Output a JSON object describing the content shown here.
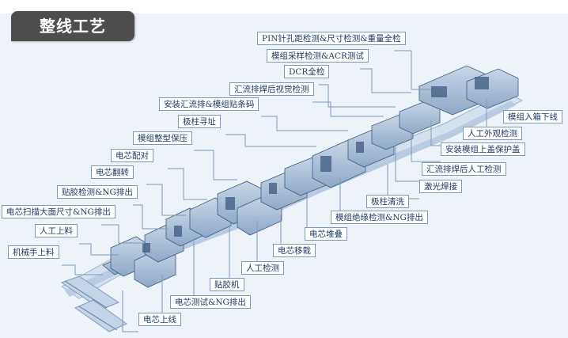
{
  "title": "整线工艺",
  "labels": {
    "pin": "PIN针孔距检测&尺寸检测&重量全检",
    "sampling": "模组采样检测&ACR测试",
    "dcr": "DCR全检",
    "busbar_visual": "汇流排焊后视觉检测",
    "install_busbar": "安装汇流排&模组贴条码",
    "pole_seek": "极柱寻址",
    "shaping": "模组整型保压",
    "pairing": "电芯配对",
    "flip": "电芯翻转",
    "glue_detect": "贴胶检测&NG排出",
    "scan": "电芯扫描大面尺寸&NG排出",
    "manual_load": "人工上料",
    "mech_load": "机械手上料",
    "box_out": "模组入箱下线",
    "appearance": "人工外观检测",
    "cover": "安装模组上盖保护盖",
    "busbar_manual": "汇流排焊后人工检测",
    "laser": "激光焊接",
    "pole_clean": "极柱清洗",
    "insulation": "模组绝缘检测&NG排出",
    "stack": "电芯堆叠",
    "transfer": "电芯移栽",
    "manual_check": "人工检测",
    "gluer": "贴胶机",
    "cell_test": "电芯测试&NG排出",
    "cell_load": "电芯上线"
  },
  "colors": {
    "label_border": "#7f9ab9",
    "label_text": "#1f3a66",
    "leader": "#7f9ab9",
    "machine_fill": "#a9bed6",
    "machine_dark": "#3d5a80",
    "tab_bg": "#4e4e4e"
  }
}
